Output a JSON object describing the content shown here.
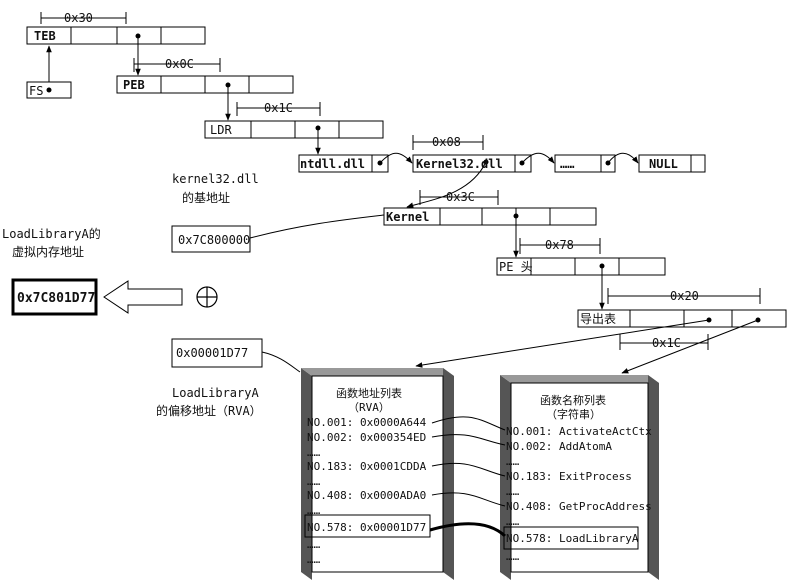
{
  "structures": {
    "teb": "TEB",
    "fs": "FS",
    "peb": "PEB",
    "ldr": "LDR",
    "ntdll": "ntdll.dll",
    "kernel32": "Kernel32.dll",
    "ellipsis": "……",
    "null_node": "NULL",
    "kernel": "Kernel",
    "pe_header": "PE 头",
    "export_table": "导出表"
  },
  "offsets": {
    "teb_peb": "0x30",
    "peb_ldr": "0x0C",
    "ldr_list": "0x1C",
    "list_next": "0x08",
    "kernel_pe": "0x3C",
    "pe_export": "0x78",
    "export_funcs": "0x20",
    "export_names": "0x1C"
  },
  "labels": {
    "kernel32_base_line1": "kernel32.dll",
    "kernel32_base_line2": "的基地址",
    "kernel32_base_value": "0x7C800000",
    "loadlib_va_line1": "LoadLibraryA的",
    "loadlib_va_line2": "虚拟内存地址",
    "loadlib_va_value": "0x7C801D77",
    "plus_symbol": "⊕",
    "rva_value": "0x00001D77",
    "rva_line1": "LoadLibraryA",
    "rva_line2": "的偏移地址（RVA）"
  },
  "address_table": {
    "title_line1": "函数地址列表",
    "title_line2": "（RVA）",
    "rows": [
      "NO.001: 0x0000A644",
      "NO.002: 0x000354ED",
      "……",
      "NO.183: 0x0001CDDA",
      "……",
      "NO.408: 0x0000ADA0",
      "……",
      "NO.578: 0x00001D77",
      "……",
      "……"
    ]
  },
  "name_table": {
    "title_line1": "函数名称列表",
    "title_line2": "（字符串）",
    "rows": [
      "NO.001: ActivateActCtx",
      "NO.002: AddAtomA",
      "……",
      "NO.183: ExitProcess",
      "……",
      "NO.408: GetProcAddress",
      "……",
      "NO.578: LoadLibraryA",
      "……"
    ]
  }
}
